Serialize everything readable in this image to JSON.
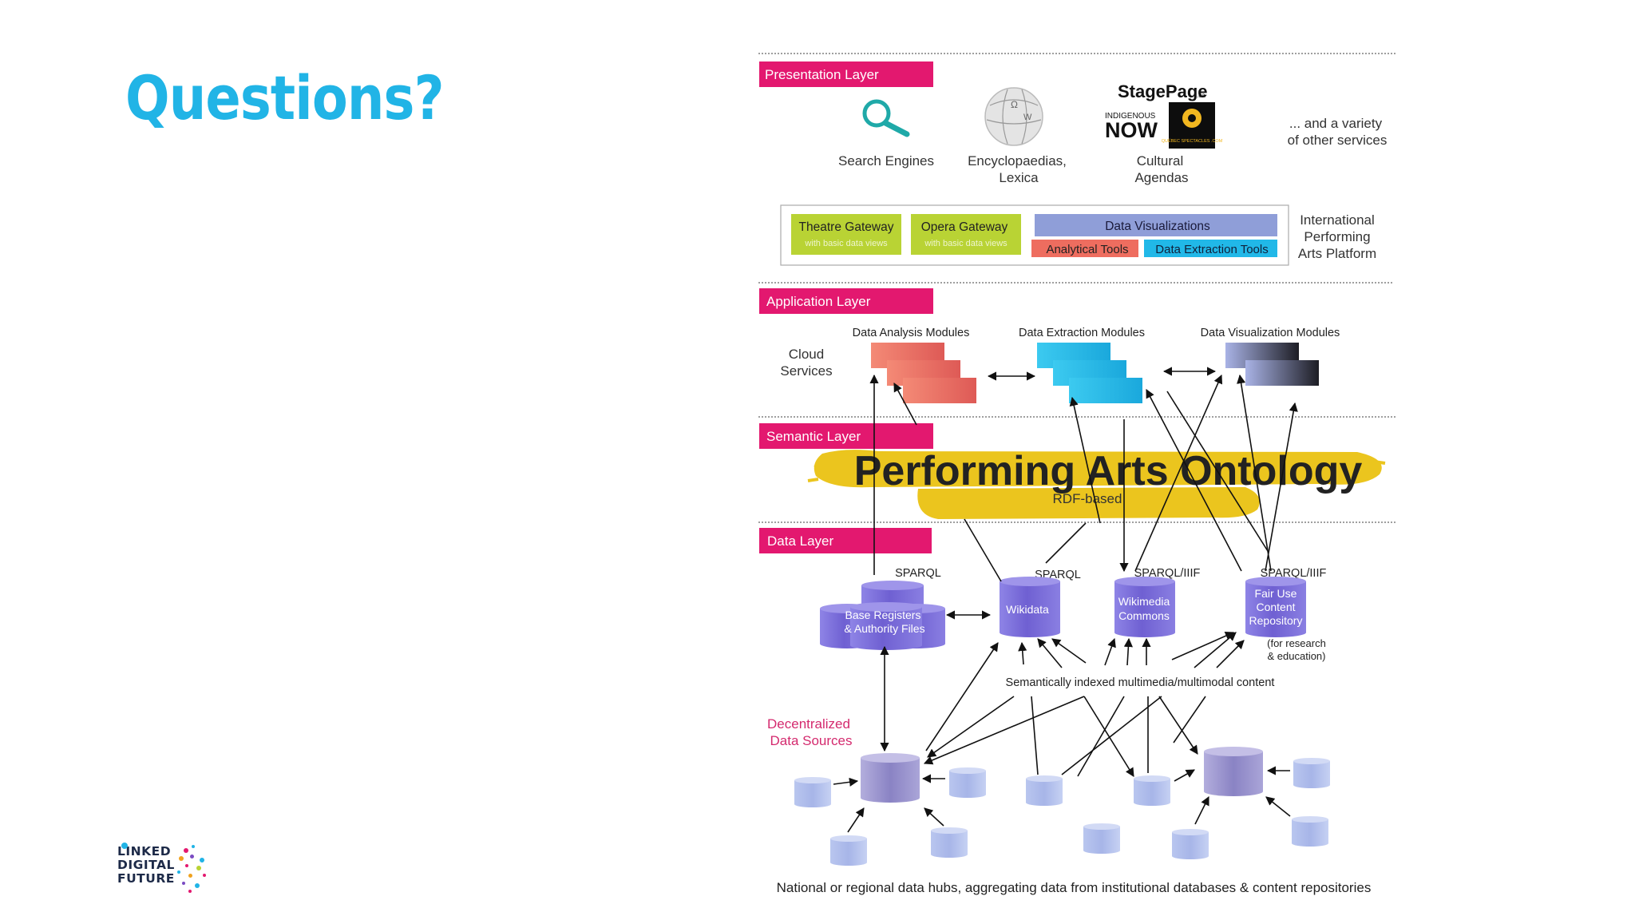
{
  "slide": {
    "title": "Questions?",
    "logo_lines": [
      "LINKED",
      "DIGITAL",
      "FUTURE"
    ]
  },
  "layers": {
    "presentation": "Presentation Layer",
    "application": "Application Layer",
    "semantic": "Semantic Layer",
    "data": "Data Layer"
  },
  "presentation": {
    "search_label": "Search Engines",
    "encyclopedia_label": [
      "Encyclopaedias,",
      "Lexica"
    ],
    "cultural_label": [
      "Cultural",
      "Agendas"
    ],
    "stagepage_logo": "StagePage",
    "stagepage_suffix": ".ca",
    "indigenous_logo": [
      "INDIGENOUS",
      "NOW"
    ],
    "quebec_logo": "QUÉBEC SPECTACLES .COM",
    "other_services": [
      "... and a variety",
      "of other services"
    ]
  },
  "platform": {
    "theatre_gateway": "Theatre Gateway",
    "theatre_sub": "with basic data views",
    "opera_gateway": "Opera Gateway",
    "opera_sub": "with basic data views",
    "data_visualizations": "Data Visualizations",
    "analytical_tools": "Analytical Tools",
    "data_extraction_tools": "Data Extraction Tools",
    "platform_label": [
      "International",
      "Performing",
      "Arts Platform"
    ]
  },
  "application": {
    "cloud_services": [
      "Cloud",
      "Services"
    ],
    "analysis_modules": "Data Analysis Modules",
    "extraction_modules": "Data Extraction Modules",
    "visualization_modules": "Data Visualization Modules"
  },
  "semantic": {
    "ontology_title": "Performing Arts Ontology",
    "ontology_sub": "RDF-based"
  },
  "data": {
    "sparql_1": "SPARQL",
    "sparql_2": "SPARQL",
    "sparql_iiif_1": "SPARQL/IIIF",
    "sparql_iiif_2": "SPARQL/IIIF",
    "base_registers": [
      "Base Registers",
      "& Authority Files"
    ],
    "wikidata": "Wikidata",
    "wikimedia_commons": [
      "Wikimedia",
      "Commons"
    ],
    "fair_use": [
      "Fair Use",
      "Content",
      "Repository"
    ],
    "fair_use_note": [
      "(for research",
      "& education)"
    ],
    "multimedia_label": "Semantically indexed multimedia/multimodal content",
    "decentralized": [
      "Decentralized",
      "Data Sources"
    ],
    "footer_caption": "National or regional data hubs, aggregating data from institutional databases & content repositories"
  },
  "colors": {
    "title_blue": "#21b4e6",
    "layer_magenta": "#e3186f",
    "gateway_green": "#b9d334",
    "viz_blue": "#8f9ed8",
    "analytical_red": "#ee6d5f",
    "extraction_cyan": "#21b8e8",
    "ontology_yellow": "#ebc51e",
    "db_purple": "#6f60d2"
  },
  "icons": [
    "magnifier-icon",
    "wikipedia-globe-icon",
    "database-cylinder-icon",
    "module-stack-icon",
    "arrow-icon"
  ]
}
